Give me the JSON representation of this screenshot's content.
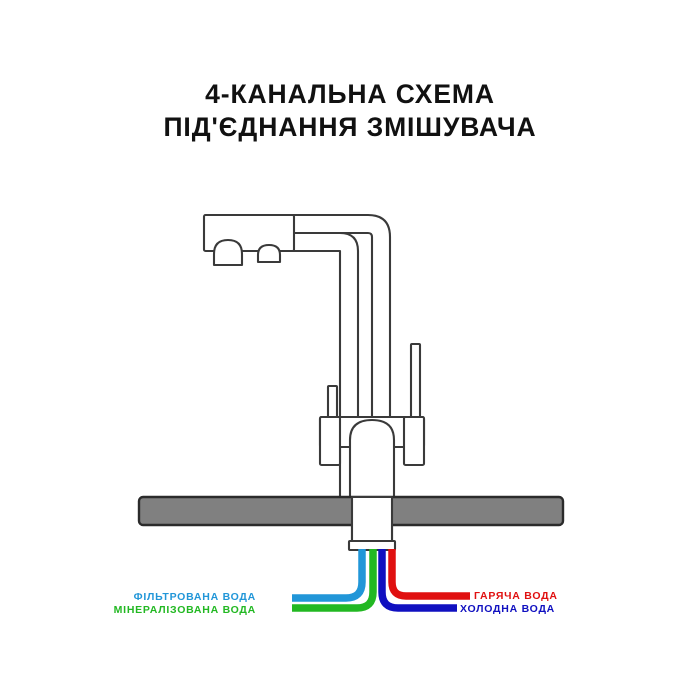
{
  "page": {
    "background_color": "#ffffff",
    "title_lines": [
      "4-КАНАЛЬНА СХЕМА",
      "ПІД'ЄДНАННЯ ЗМІШУВАЧА"
    ]
  },
  "diagram": {
    "type": "plumbing-connection-schematic",
    "subject": "kitchen-mixer-faucet",
    "channel_count": 4,
    "line_color": "#3a3a3a",
    "countertop": {
      "name": "countertop",
      "fill": "#808080",
      "stroke": "#2b2b2b"
    },
    "faucet": {
      "name": "four-channel-mixer-faucet",
      "fill": "#ffffff",
      "stroke": "#3a3a3a",
      "parts": [
        "spout",
        "spout-head",
        "nozzle-left",
        "nozzle-right",
        "handle-left",
        "handle-right",
        "valve-body",
        "base-column",
        "deck-collar"
      ]
    },
    "channels": [
      {
        "key": "filtered",
        "label": "ФІЛЬТРОВАНА ВОДА",
        "color": "#2196d8",
        "side": "left",
        "order": 1
      },
      {
        "key": "mineralized",
        "label": "МІНЕРАЛІЗОВАНА ВОДА",
        "color": "#22b822",
        "side": "left",
        "order": 2
      },
      {
        "key": "cold",
        "label": "ХОЛОДНА ВОДА",
        "color": "#1010c0",
        "side": "right",
        "order": 3
      },
      {
        "key": "hot",
        "label": "ГАРЯЧА ВОДА",
        "color": "#e01010",
        "side": "right",
        "order": 4
      }
    ]
  }
}
